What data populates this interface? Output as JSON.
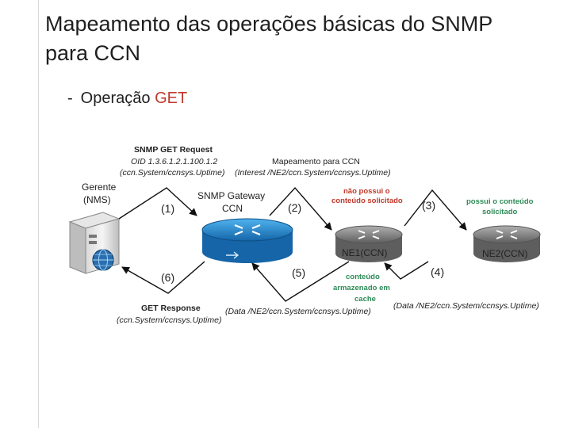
{
  "title": {
    "line1": "Mapeamento das operações básicas do SNMP",
    "line2": "para CCN"
  },
  "bullet": {
    "dash": "-",
    "text": "Operação ",
    "highlight": "GET"
  },
  "colors": {
    "highlight": "#c0392b",
    "green": "#2e8b57",
    "router_blue": "#1e88d2",
    "arrow": "#111111"
  },
  "icons": {
    "manager": "server-icon",
    "gateway": "router-icon",
    "ne": "router-gray-icon"
  },
  "labels": {
    "request_title": "SNMP GET Request",
    "request_oid": "OID 1.3.6.1.2.1.100.1.2",
    "request_name": "(ccn.System/ccnsys.Uptime)",
    "mapping_title": "Mapeamento para CCN",
    "mapping_interest": "(Interest /NE2/ccn.System/ccnsys.Uptime)",
    "manager": "Gerente",
    "manager_sub": "(NMS)",
    "gateway_line1": "SNMP Gateway",
    "gateway_line2": "CCN",
    "nopossui_line1": "não possui o",
    "nopossui_line2": "conteúdo solicitado",
    "possui_line1": "possui o conteúdo",
    "possui_line2": "solicitado",
    "ne1": "NE1(CCN)",
    "ne2": "NE2(CCN)",
    "step1": "(1)",
    "step2": "(2)",
    "step3": "(3)",
    "step4": "(4)",
    "step5": "(5)",
    "step6": "(6)",
    "cache_line1": "conteúdo",
    "cache_line2": "armazenado em",
    "cache_line3": "cache",
    "response_title": "GET Response",
    "response_name": "(ccn.System/ccnsys.Uptime)",
    "data1": "(Data /NE2/ccn.System/ccnsys.Uptime)",
    "data2": "(Data /NE2/ccn.System/ccnsys.Uptime)"
  }
}
